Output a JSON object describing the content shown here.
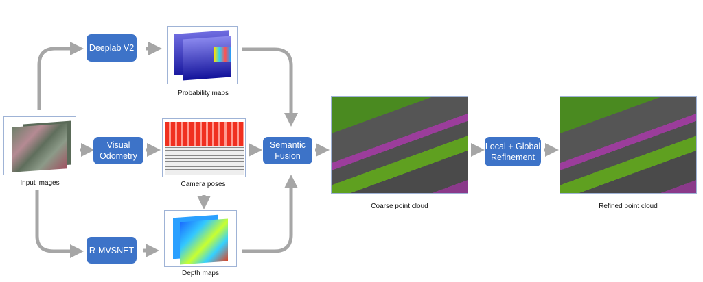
{
  "nodes": {
    "deeplab": "Deeplab V2",
    "visual_odometry": "Visual\nOdometry",
    "rmvsnet": "R-MVSNET",
    "semantic_fusion": "Semantic\nFusion",
    "refinement": "Local + Global\nRefinement"
  },
  "labels": {
    "input_images": "Input images",
    "probability_maps": "Probability maps",
    "camera_poses": "Camera poses",
    "depth_maps": "Depth maps",
    "coarse_point_cloud": "Coarse point cloud",
    "refined_point_cloud": "Refined point cloud"
  },
  "colors": {
    "box": "#3d73c8",
    "arrow": "#a6a6a6",
    "frame": "#9fb3d6"
  }
}
